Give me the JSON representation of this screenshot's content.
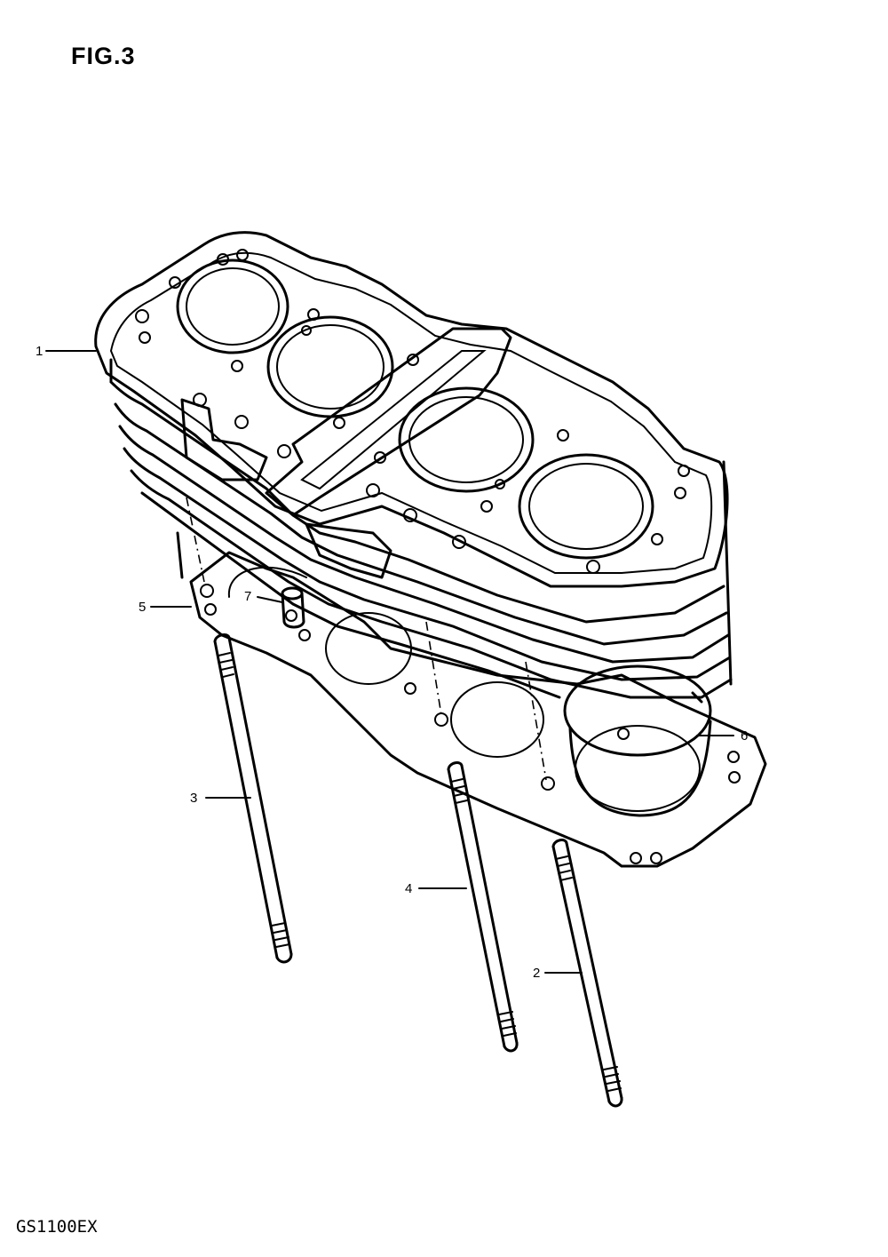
{
  "figure": {
    "title": "FIG.3",
    "model": "GS1100EX"
  },
  "callouts": [
    {
      "id": "1",
      "label": "1"
    },
    {
      "id": "2",
      "label": "2"
    },
    {
      "id": "3",
      "label": "3"
    },
    {
      "id": "4",
      "label": "4"
    },
    {
      "id": "5",
      "label": "5"
    },
    {
      "id": "6",
      "label": "6"
    },
    {
      "id": "7",
      "label": "7"
    }
  ]
}
